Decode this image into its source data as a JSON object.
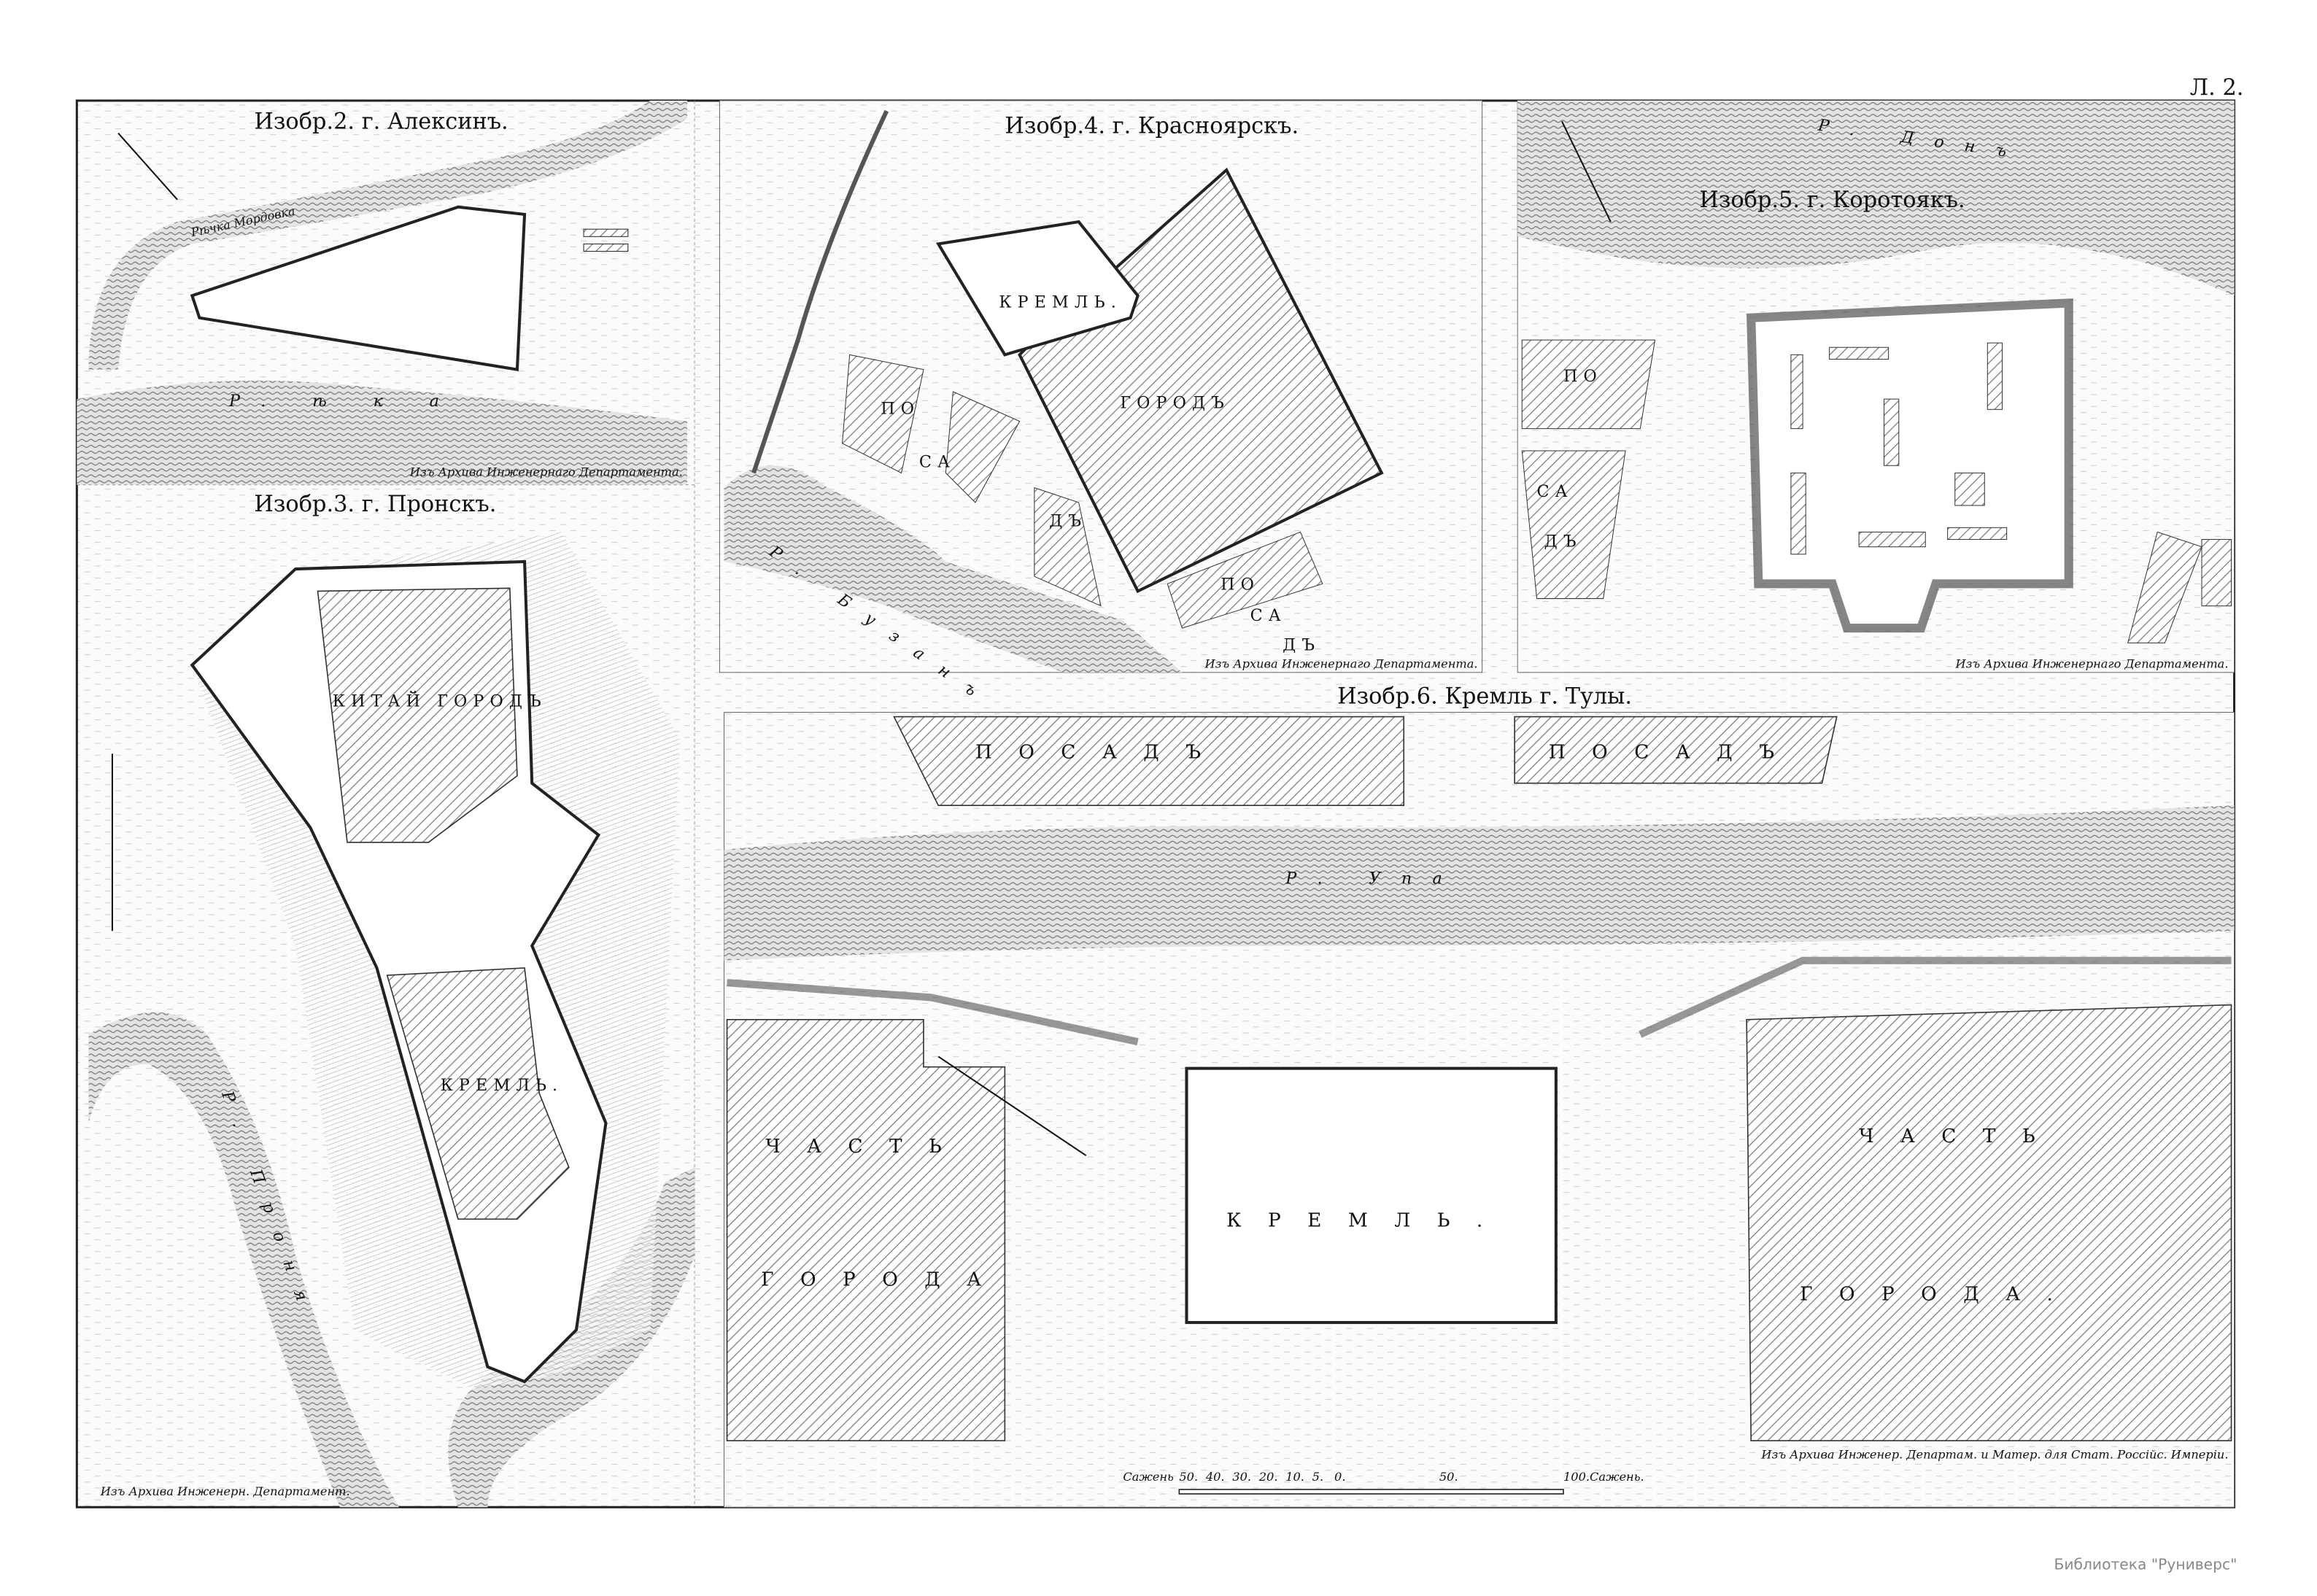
{
  "plate_number": "Л. 2.",
  "alexin": {
    "title": "Изобр.2. г. Алексинъ.",
    "stream": "Рѣчка Мордовка",
    "river": "Р. ѣ к а",
    "source": "Изъ Архива Инженернаго Департамента."
  },
  "pronsk": {
    "title": "Изобр.3. г. Пронскъ.",
    "kitai": "КИТАЙ ГОРОДЪ",
    "kremlin": "КРЕМЛЬ.",
    "river": "Р. Проня",
    "source": "Изъ Архива Инженерн. Департамент."
  },
  "krasnoyarsk": {
    "title": "Изобр.4. г. Красноярскъ.",
    "kremlin": "КРЕМЛЬ.",
    "city": "ГОРОДЪ",
    "posad1": [
      "ПО",
      "СА",
      "ДЪ"
    ],
    "posad2": [
      "ПО",
      "СА",
      "ДЪ"
    ],
    "river": "Р. Бузанъ",
    "source": "Изъ Архива Инженернаго Департамента."
  },
  "korotoyak": {
    "title": "Изобр.5. г. Коротоякъ.",
    "river": "Р. Донъ",
    "posad": [
      "ПО",
      "СА",
      "ДЪ"
    ],
    "source": "Изъ Архива Инженернаго Департамента."
  },
  "tula": {
    "title": "Изобр.6. Кремль г. Тулы.",
    "posad_left": "ПОСАДЪ",
    "posad_right": "ПОСАДЪ",
    "river": "Р. Упа",
    "kremlin": "КРЕМЛЬ.",
    "part_left": [
      "ЧАСТЬ",
      "ГОРОДА"
    ],
    "part_right": [
      "ЧАСТЬ",
      "ГОРОДА."
    ],
    "source": "Изъ Архива Инженер. Департам. и Матер. для Стат. Россійс. Имперіи."
  },
  "scale": {
    "left_label": "Сажень",
    "ticks": [
      "50.",
      "40.",
      "30.",
      "20.",
      "10.",
      "5.",
      "0.",
      "50."
    ],
    "right_label": "100.Сажень."
  },
  "watermark": "Библиотека \"Руниверс\""
}
